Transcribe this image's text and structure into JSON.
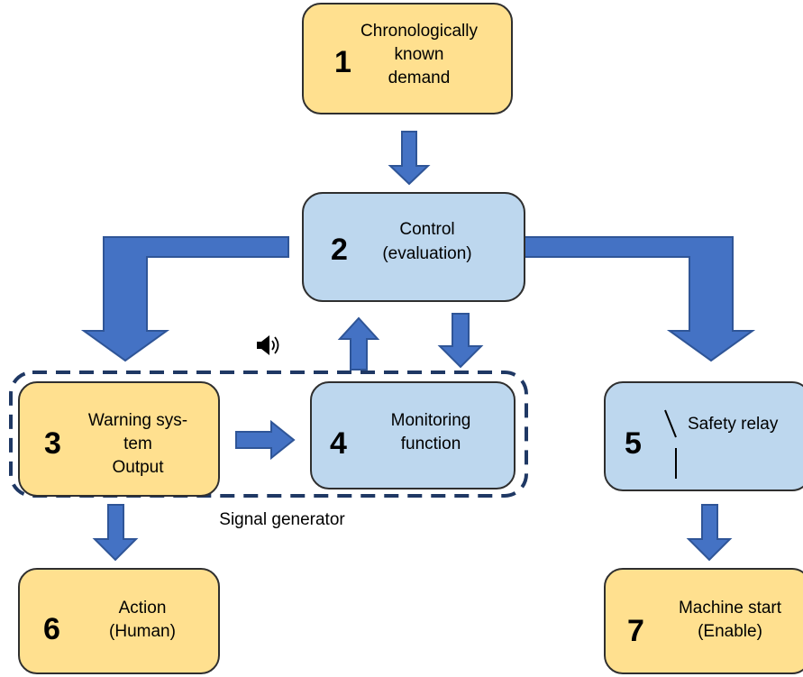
{
  "boxes": [
    {
      "id": 1,
      "number": "1",
      "lines": [
        "Chronologically",
        "known",
        "demand"
      ],
      "fill": "#FFE08F"
    },
    {
      "id": 2,
      "number": "2",
      "lines": [
        "Control",
        "(evaluation)"
      ],
      "fill": "#BDD7EE"
    },
    {
      "id": 3,
      "number": "3",
      "lines": [
        "Warning sys-",
        "tem",
        "Output"
      ],
      "fill": "#FFE08F"
    },
    {
      "id": 4,
      "number": "4",
      "lines": [
        "Monitoring",
        "function"
      ],
      "fill": "#BDD7EE"
    },
    {
      "id": 5,
      "number": "5",
      "lines": [
        "Safety relay"
      ],
      "fill": "#BDD7EE"
    },
    {
      "id": 6,
      "number": "6",
      "lines": [
        "Action",
        "(Human)"
      ],
      "fill": "#FFE08F"
    },
    {
      "id": 7,
      "number": "7",
      "lines": [
        "Machine start",
        "(Enable)"
      ],
      "fill": "#FFE08F"
    }
  ],
  "group_label": "Signal generator",
  "icons": {
    "speaker": "speaker-icon",
    "relay_switch": "relay-switch-icon"
  },
  "colors": {
    "yellow_box": "#FFE08F",
    "blue_box": "#BDD7EE",
    "border": "#2F2F2F",
    "arrow_fill": "#4472C4",
    "arrow_stroke": "#2F5597",
    "dashed_border": "#1F3864"
  }
}
